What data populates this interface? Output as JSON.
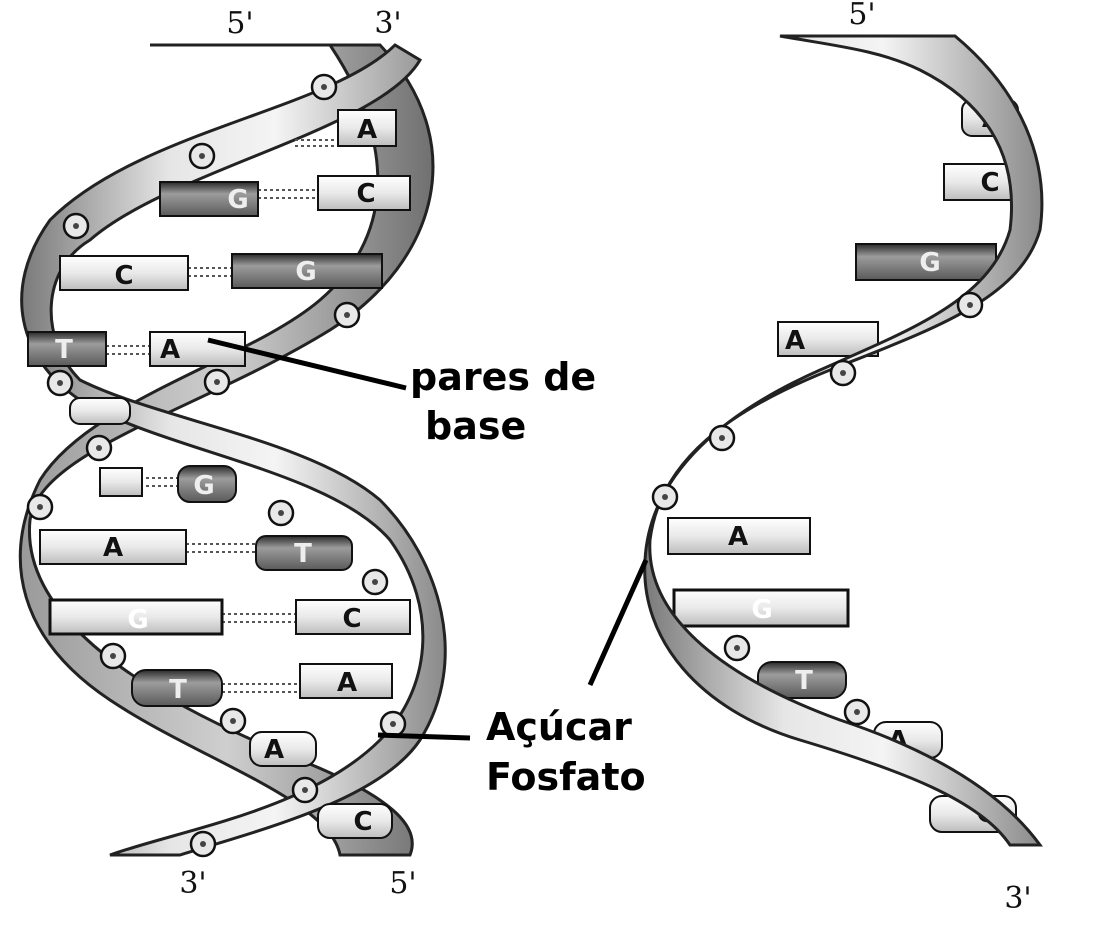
{
  "double_helix": {
    "top_labels": [
      "5'",
      "3'"
    ],
    "bottom_labels": [
      "3'",
      "5'"
    ],
    "base_pairs": [
      {
        "left": "",
        "right": "A"
      },
      {
        "left": "G",
        "right": "C"
      },
      {
        "left": "C",
        "right": "G"
      },
      {
        "left": "T",
        "right": "A"
      },
      {
        "left": "",
        "right": ""
      },
      {
        "left": "",
        "right": "G"
      },
      {
        "left": "A",
        "right": "T"
      },
      {
        "left": "G",
        "right": "C"
      },
      {
        "left": "T",
        "right": "A"
      },
      {
        "left": "A",
        "right": ""
      },
      {
        "left": "",
        "right": "C"
      }
    ]
  },
  "single_strand": {
    "top_label": "5'",
    "bottom_label": "3'",
    "bases": [
      "A",
      "C",
      "G",
      "A",
      "A",
      "G",
      "T",
      "A",
      "C"
    ]
  },
  "callouts": {
    "base_pairs_line1": "pares de",
    "base_pairs_line2": "base",
    "sugar_phosphate_line1": "Açúcar",
    "sugar_phosphate_line2": "Fosfato"
  },
  "colors": {
    "ribbon": "#c9c9c9",
    "ribbon_edge": "#333333",
    "base_light": "#f2f2f2",
    "base_dark": "#6e6e6e",
    "outline": "#111111"
  }
}
